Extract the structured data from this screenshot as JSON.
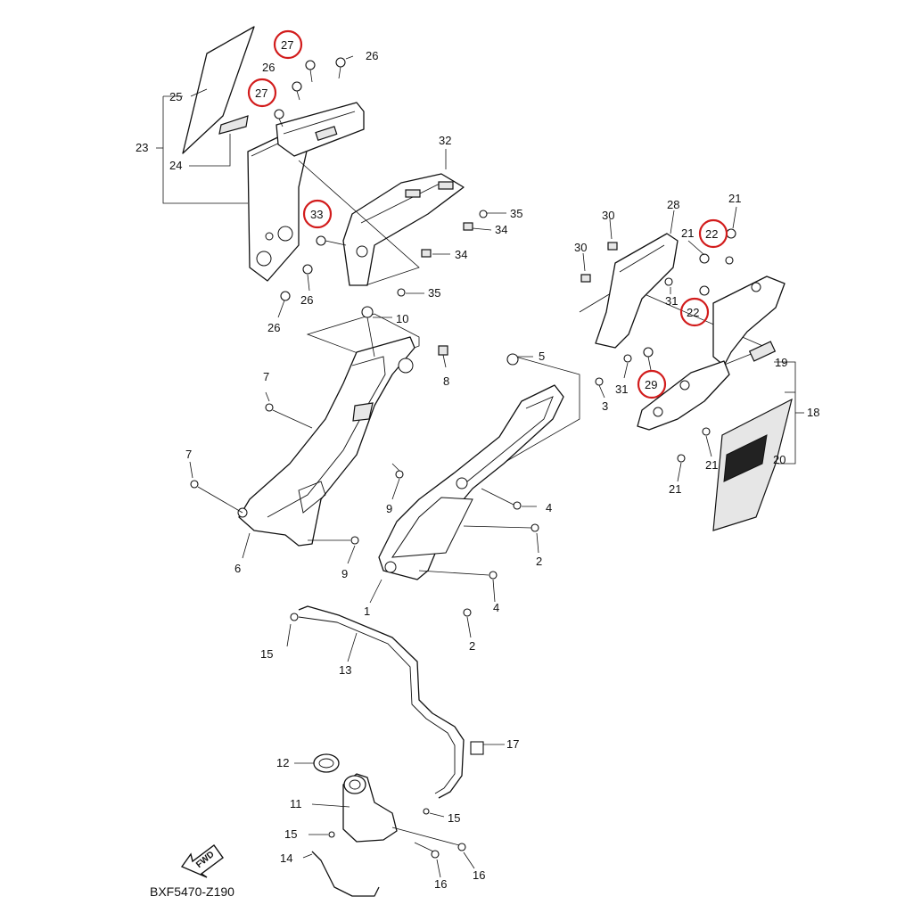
{
  "diagram": {
    "code": "BXF5470-Z190",
    "fwd_label": "FWD",
    "highlight_color": "#d21c1c",
    "callouts": {
      "n1": "1",
      "n2a": "2",
      "n2b": "2",
      "n3": "3",
      "n4a": "4",
      "n4b": "4",
      "n5": "5",
      "n6": "6",
      "n7a": "7",
      "n7b": "7",
      "n8": "8",
      "n9a": "9",
      "n9b": "9",
      "n10": "10",
      "n11": "11",
      "n12": "12",
      "n13": "13",
      "n14": "14",
      "n15a": "15",
      "n15b": "15",
      "n15c": "15",
      "n16a": "16",
      "n16b": "16",
      "n17": "17",
      "n18": "18",
      "n19": "19",
      "n20": "20",
      "n21a": "21",
      "n21b": "21",
      "n21c": "21",
      "n21d": "21",
      "n22a": "22",
      "n22b": "22",
      "n23": "23",
      "n24": "24",
      "n25": "25",
      "n26a": "26",
      "n26b": "26",
      "n26c": "26",
      "n26d": "26",
      "n27a": "27",
      "n27b": "27",
      "n28": "28",
      "n29": "29",
      "n30a": "30",
      "n30b": "30",
      "n31a": "31",
      "n31b": "31",
      "n32": "32",
      "n33": "33",
      "n34a": "34",
      "n34b": "34",
      "n35a": "35",
      "n35b": "35"
    }
  }
}
